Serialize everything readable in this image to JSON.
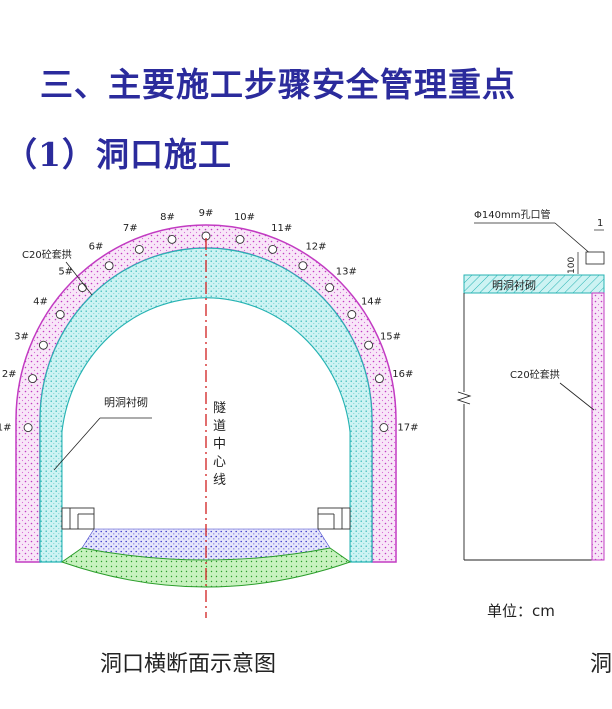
{
  "section_title": "三、主要施工步骤安全管理重点",
  "subsection_title": "（1）洞口施工",
  "left_figure": {
    "caption": "洞口横断面示意图",
    "arch_label": "C20砼套拱",
    "lining_label": "明洞衬砌",
    "centerline_label": [
      "隧",
      "道",
      "中",
      "心",
      "线"
    ],
    "hole_labels": [
      "1#",
      "2#",
      "3#",
      "4#",
      "5#",
      "6#",
      "7#",
      "8#",
      "9#",
      "10#",
      "11#",
      "12#",
      "13#",
      "14#",
      "15#",
      "16#",
      "17#"
    ]
  },
  "right_figure": {
    "caption": "洞",
    "pipe_label": "Φ140mm孔口管",
    "dimension_label": "100",
    "top_dim_partial": "1",
    "lining_label": "明洞衬砌",
    "arch_label": "C20砼套拱"
  },
  "unit_label": "单位：cm",
  "colors": {
    "heading": "#2b2b9c",
    "arch_outer": "#c23bc2",
    "arch_fill": "#f7e2f7",
    "lining_stroke": "#27b3b3",
    "lining_fill": "#c7f2f2",
    "invert_fill": "#bdf0b4",
    "invert_stroke": "#2b9e2b",
    "fill_dots": "#3b3bc9",
    "centerline": "#d11f1f"
  }
}
